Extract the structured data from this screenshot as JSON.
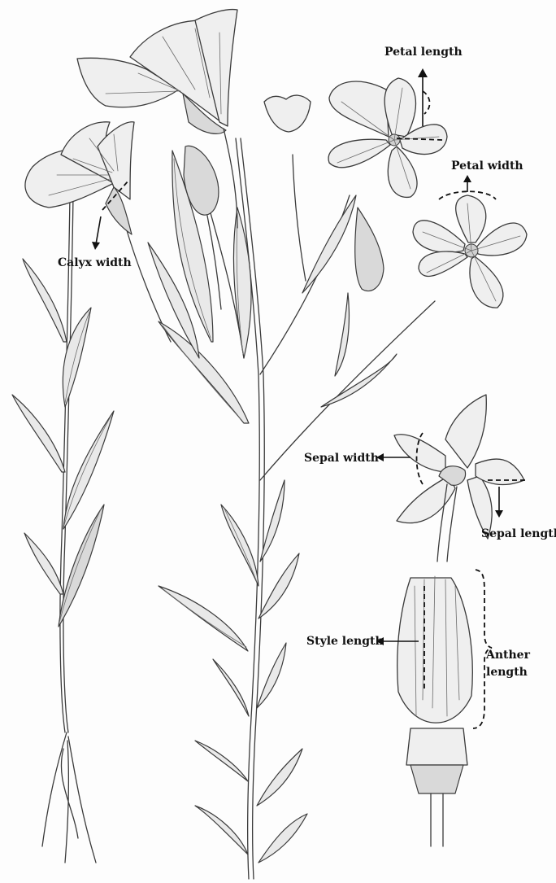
{
  "labels": {
    "petal_length": "Petal length",
    "petal_width": "Petal width",
    "calyx_width": "Calyx width",
    "sepal_width": "Sepal width",
    "sepal_length": "Sepal length",
    "style_length": "Style length",
    "anther_length_line1": "Anther",
    "anther_length_line2": "length"
  },
  "colors": {
    "ink": "#3a3a3a",
    "shade": "#d9d9d9",
    "paper": "#fdfdfd"
  }
}
